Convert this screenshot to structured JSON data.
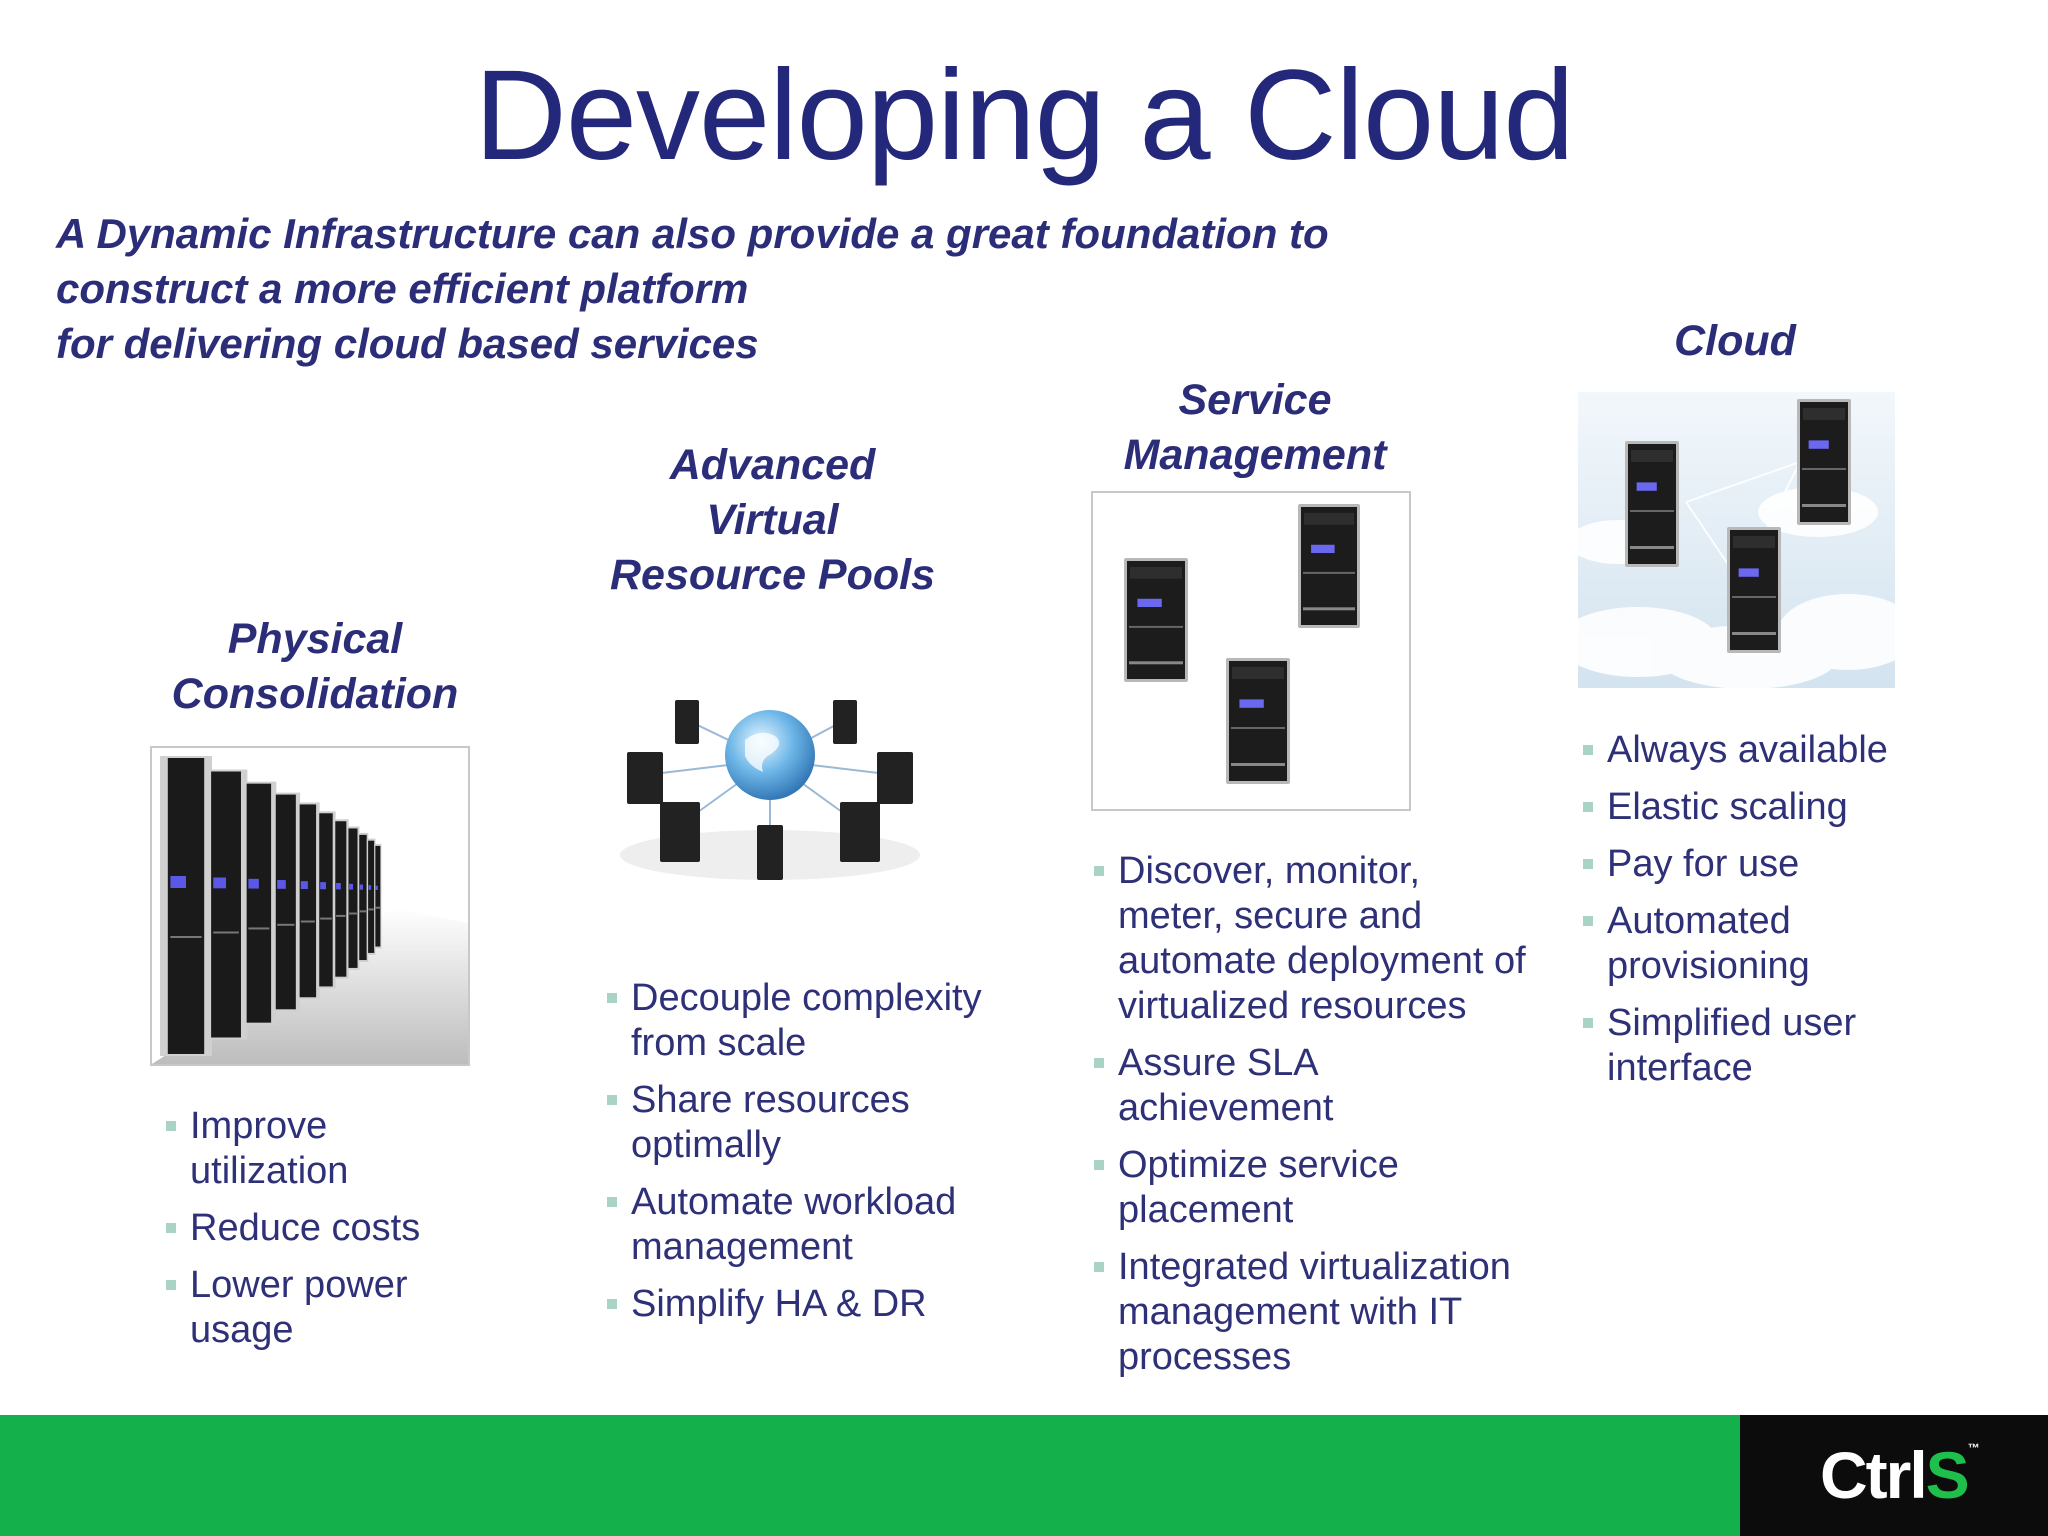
{
  "slide": {
    "title": "Developing a Cloud",
    "subtitle_lines": [
      "A Dynamic Infrastructure can also provide a great foundation to",
      "construct a more efficient platform",
      "for delivering cloud based services"
    ]
  },
  "columns": [
    {
      "heading_lines": [
        "Physical",
        "Consolidation"
      ],
      "bullets": [
        [
          "Improve",
          "utilization"
        ],
        [
          "Reduce costs"
        ],
        [
          "Lower power",
          "usage"
        ]
      ]
    },
    {
      "heading_lines": [
        "Advanced",
        "Virtual",
        "Resource Pools"
      ],
      "bullets": [
        [
          "Decouple complexity",
          "from scale"
        ],
        [
          "Share resources",
          "optimally"
        ],
        [
          "Automate workload",
          "management"
        ],
        [
          "Simplify HA & DR"
        ]
      ]
    },
    {
      "heading_lines": [
        "Service",
        "Management"
      ],
      "bullets": [
        [
          "Discover, monitor,",
          "meter, secure and",
          "automate deployment of",
          "virtualized resources"
        ],
        [
          "Assure SLA",
          "achievement"
        ],
        [
          "Optimize service",
          "placement"
        ],
        [
          "Integrated virtualization",
          "management with IT",
          "processes"
        ]
      ]
    },
    {
      "heading_lines": [
        "Cloud"
      ],
      "bullets": [
        [
          "Always available"
        ],
        [
          "Elastic scaling"
        ],
        [
          "Pay for use"
        ],
        [
          "Automated",
          "provisioning"
        ],
        [
          "Simplified user",
          "interface"
        ]
      ]
    }
  ],
  "footer": {
    "logo_main": "Ctrl",
    "logo_accent": "S",
    "logo_tm": "™",
    "colors": {
      "bar": "#14b04b",
      "logo_block": "#0c0c0c"
    }
  },
  "icons": [
    "server-rack-row-image",
    "globe-network-image",
    "servers-image",
    "cloud-servers-image"
  ]
}
